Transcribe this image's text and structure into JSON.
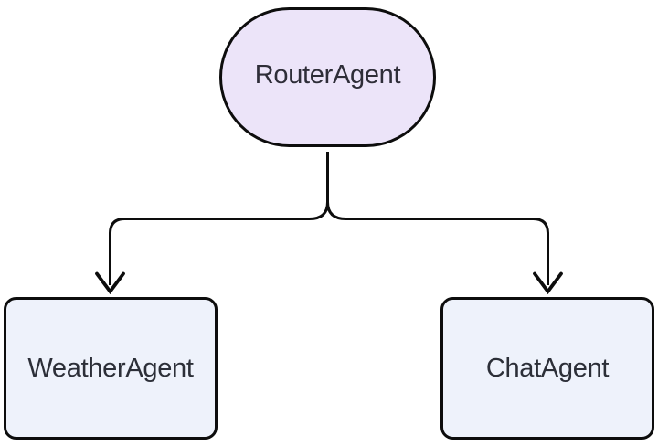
{
  "diagram": {
    "kind": "flowchart",
    "direction": "top-down",
    "background": "#ffffff",
    "nodes": [
      {
        "id": "RouterAgent",
        "label": "RouterAgent",
        "shape": "stadium",
        "fill": "#ece4f9",
        "stroke": "#0d0d0d",
        "text_color": "#2e2d38"
      },
      {
        "id": "WeatherAgent",
        "label": "WeatherAgent",
        "shape": "rounded-rectangle",
        "fill": "#eef2fb",
        "stroke": "#0d0d0d",
        "text_color": "#2c2f38"
      },
      {
        "id": "ChatAgent",
        "label": "ChatAgent",
        "shape": "rounded-rectangle",
        "fill": "#eef2fb",
        "stroke": "#0d0d0d",
        "text_color": "#2c2f38"
      }
    ],
    "edges": [
      {
        "from": "RouterAgent",
        "to": "WeatherAgent",
        "arrow": "vee",
        "color": "#0d0d0d"
      },
      {
        "from": "RouterAgent",
        "to": "ChatAgent",
        "arrow": "vee",
        "color": "#0d0d0d"
      }
    ]
  }
}
